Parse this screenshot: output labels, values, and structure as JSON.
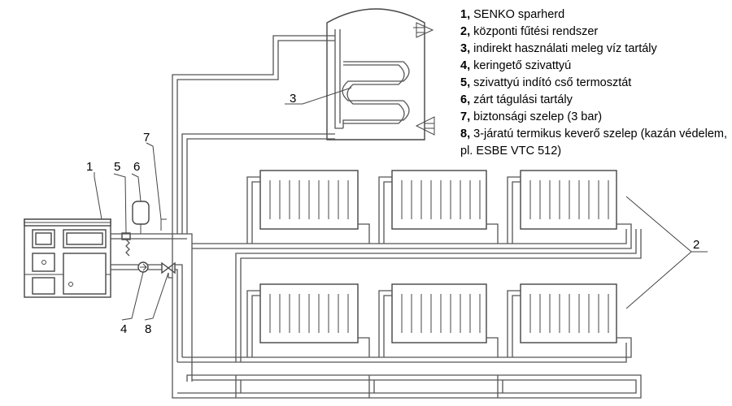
{
  "legend": [
    {
      "num": "1,",
      "text": "SENKO sparherd"
    },
    {
      "num": "2,",
      "text": "központi fűtési rendszer"
    },
    {
      "num": "3,",
      "text": "indirekt használati meleg víz tartály"
    },
    {
      "num": "4,",
      "text": "keringető szivattyú"
    },
    {
      "num": "5,",
      "text": "szivattyú indító cső termosztát"
    },
    {
      "num": "6,",
      "text": "zárt tágulási tartály"
    },
    {
      "num": "7,",
      "text": "biztonsági szelep (3 bar)"
    },
    {
      "num": "8,",
      "text": "3-járatú termikus keverő szelep (kazán védelem, pl. ESBE VTC 512)"
    }
  ],
  "callouts": {
    "c1": "1",
    "c2": "2",
    "c3": "3",
    "c4": "4",
    "c5": "5",
    "c6": "6",
    "c7": "7",
    "c8": "8"
  }
}
